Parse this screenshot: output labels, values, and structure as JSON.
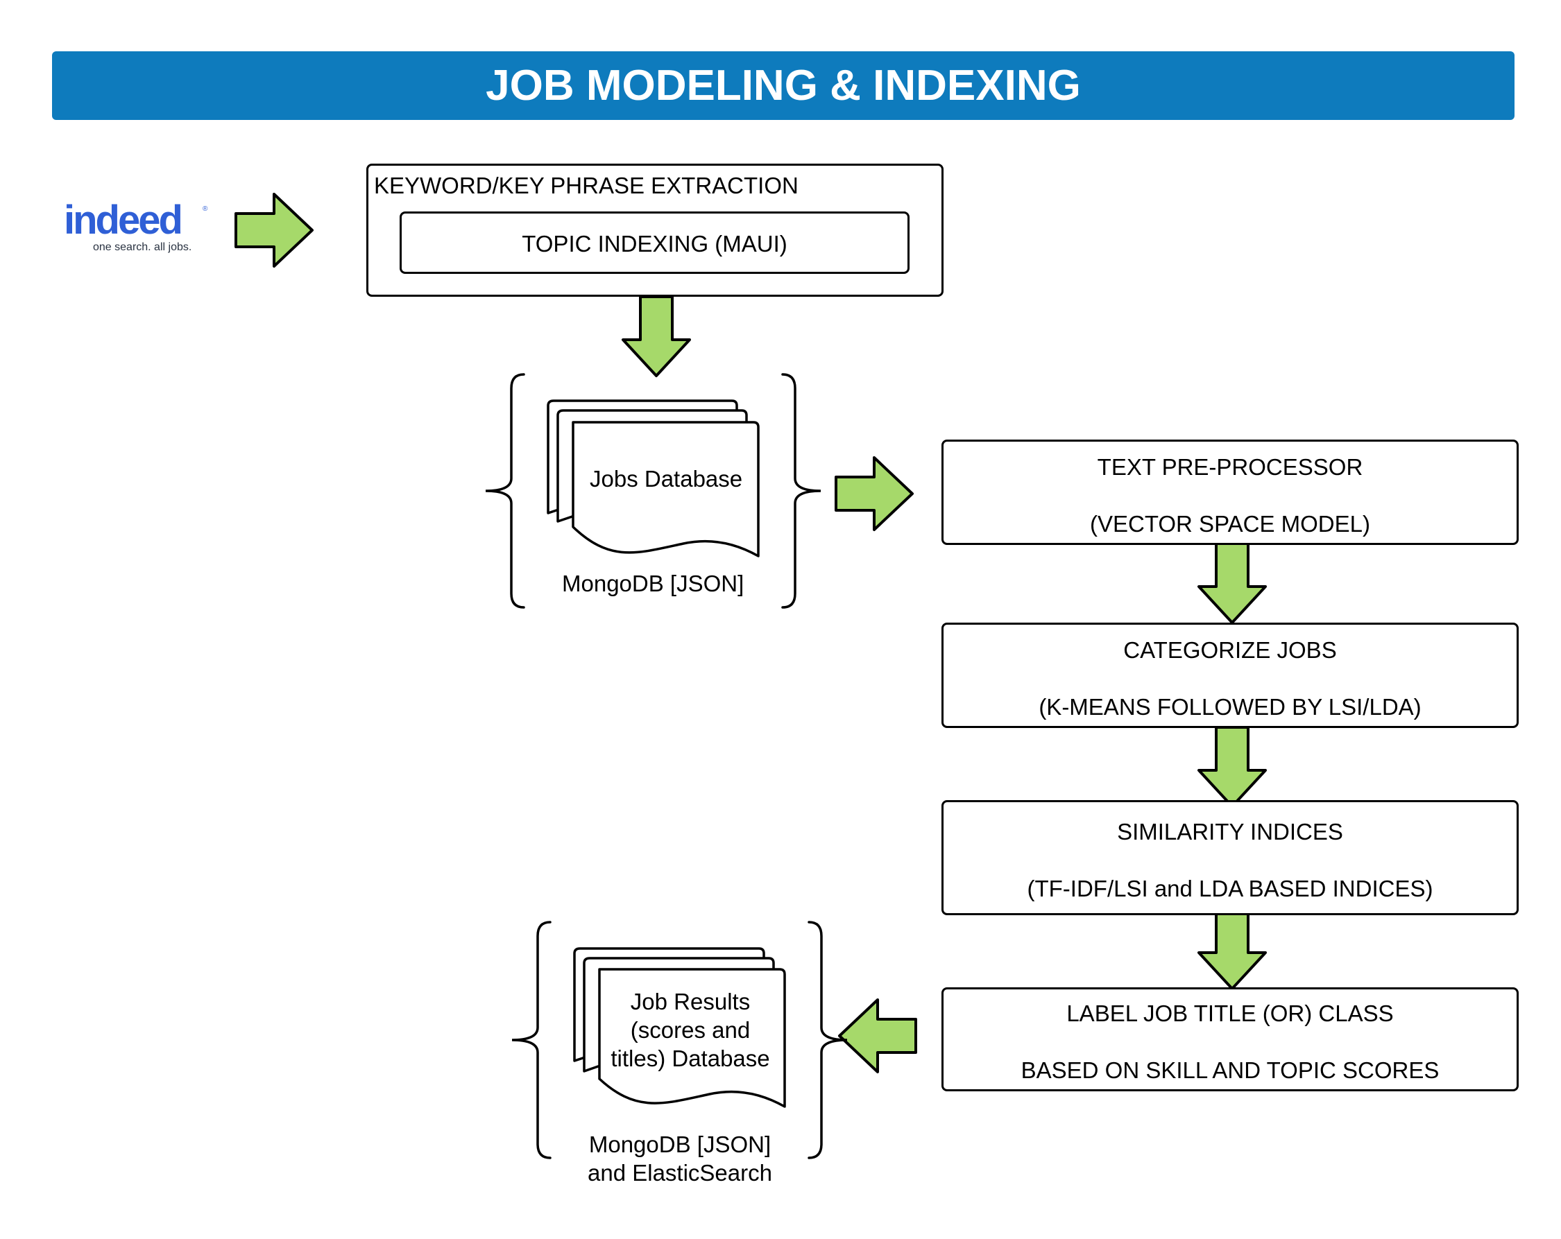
{
  "header": {
    "title": "JOB MODELING & INDEXING"
  },
  "logo": {
    "word": "indeed",
    "tagline": "one search. all jobs.",
    "reg": "®"
  },
  "extraction": {
    "outer_label": "KEYWORD/KEY PHRASE EXTRACTION",
    "inner_label": "TOPIC INDEXING (MAUI)"
  },
  "jobs_db": {
    "doc_label": "Jobs Database",
    "caption": "MongoDB [JSON]"
  },
  "steps": [
    {
      "line1": "TEXT PRE-PROCESSOR",
      "line2": "(VECTOR SPACE MODEL)"
    },
    {
      "line1": "CATEGORIZE JOBS",
      "line2": "(K-MEANS FOLLOWED BY LSI/LDA)"
    },
    {
      "line1": "SIMILARITY INDICES",
      "line2": "(TF-IDF/LSI and LDA BASED INDICES)"
    },
    {
      "line1": "LABEL JOB TITLE (OR) CLASS",
      "line2": "BASED ON SKILL AND TOPIC SCORES"
    }
  ],
  "results_db": {
    "doc_label_lines": [
      "Job Results",
      "(scores and",
      "titles) Database"
    ],
    "caption_lines": [
      "MongoDB [JSON]",
      "and ElasticSearch"
    ]
  },
  "colors": {
    "banner": "#0e7bbd",
    "arrow_fill": "#a6d96a",
    "arrow_stroke": "#000000"
  }
}
